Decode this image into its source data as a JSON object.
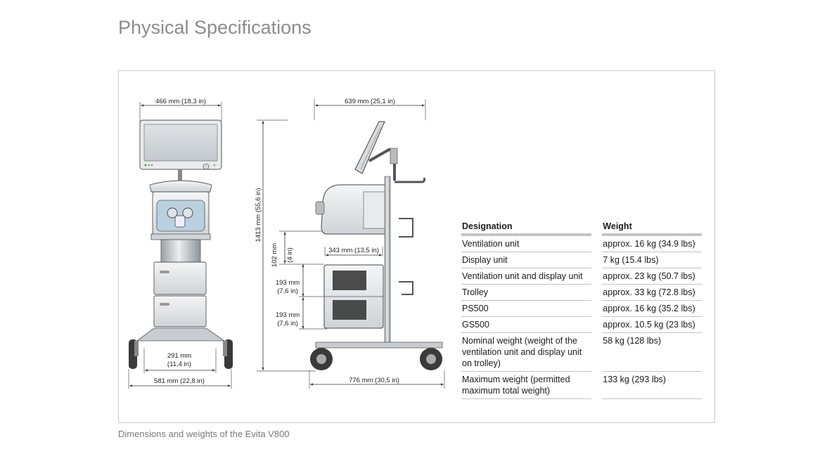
{
  "page": {
    "title": "Physical Specifications",
    "caption": "Dimensions and weights of the Evita V800"
  },
  "dimensions": {
    "front_width_top": "466 mm (18,3 in)",
    "front_inner_width": "291 mm",
    "front_inner_width_in": "(11,4 in)",
    "front_base_width": "581 mm (22,8 in)",
    "side_top_width": "639 mm (25,1 in)",
    "side_height": "1413 mm (55,6 in)",
    "side_drawer_depth": "343 mm (13,5 in)",
    "side_shelf_height_mm": "102 mm",
    "side_shelf_height_in": "(4 in)",
    "drawer1_mm": "193 mm",
    "drawer1_in": "(7,6 in)",
    "drawer2_mm": "193 mm",
    "drawer2_in": "(7,6 in)",
    "side_base_width": "776 mm (30,5 in)"
  },
  "weights_table": {
    "headers": {
      "designation": "Designation",
      "weight": "Weight"
    },
    "rows": [
      {
        "designation": "Ventilation unit",
        "weight": "approx. 16 kg (34.9 lbs)"
      },
      {
        "designation": "Display unit",
        "weight": "7 kg (15.4 lbs)"
      },
      {
        "designation": "Ventilation unit and display unit",
        "weight": "approx. 23 kg (50.7 lbs)"
      },
      {
        "designation": "Trolley",
        "weight": "approx. 33 kg (72.8 lbs)"
      },
      {
        "designation": "PS500",
        "weight": "approx. 16 kg (35.2 lbs)"
      },
      {
        "designation": "GS500",
        "weight": "approx. 10.5 kg (23 lbs)"
      },
      {
        "designation": "Nominal weight (weight of the ventilation unit and display unit on trolley)",
        "weight": "58 kg (128 lbs)"
      },
      {
        "designation": "Maximum weight (permitted maximum total weight)",
        "weight": "133 kg (293 lbs)"
      }
    ]
  }
}
